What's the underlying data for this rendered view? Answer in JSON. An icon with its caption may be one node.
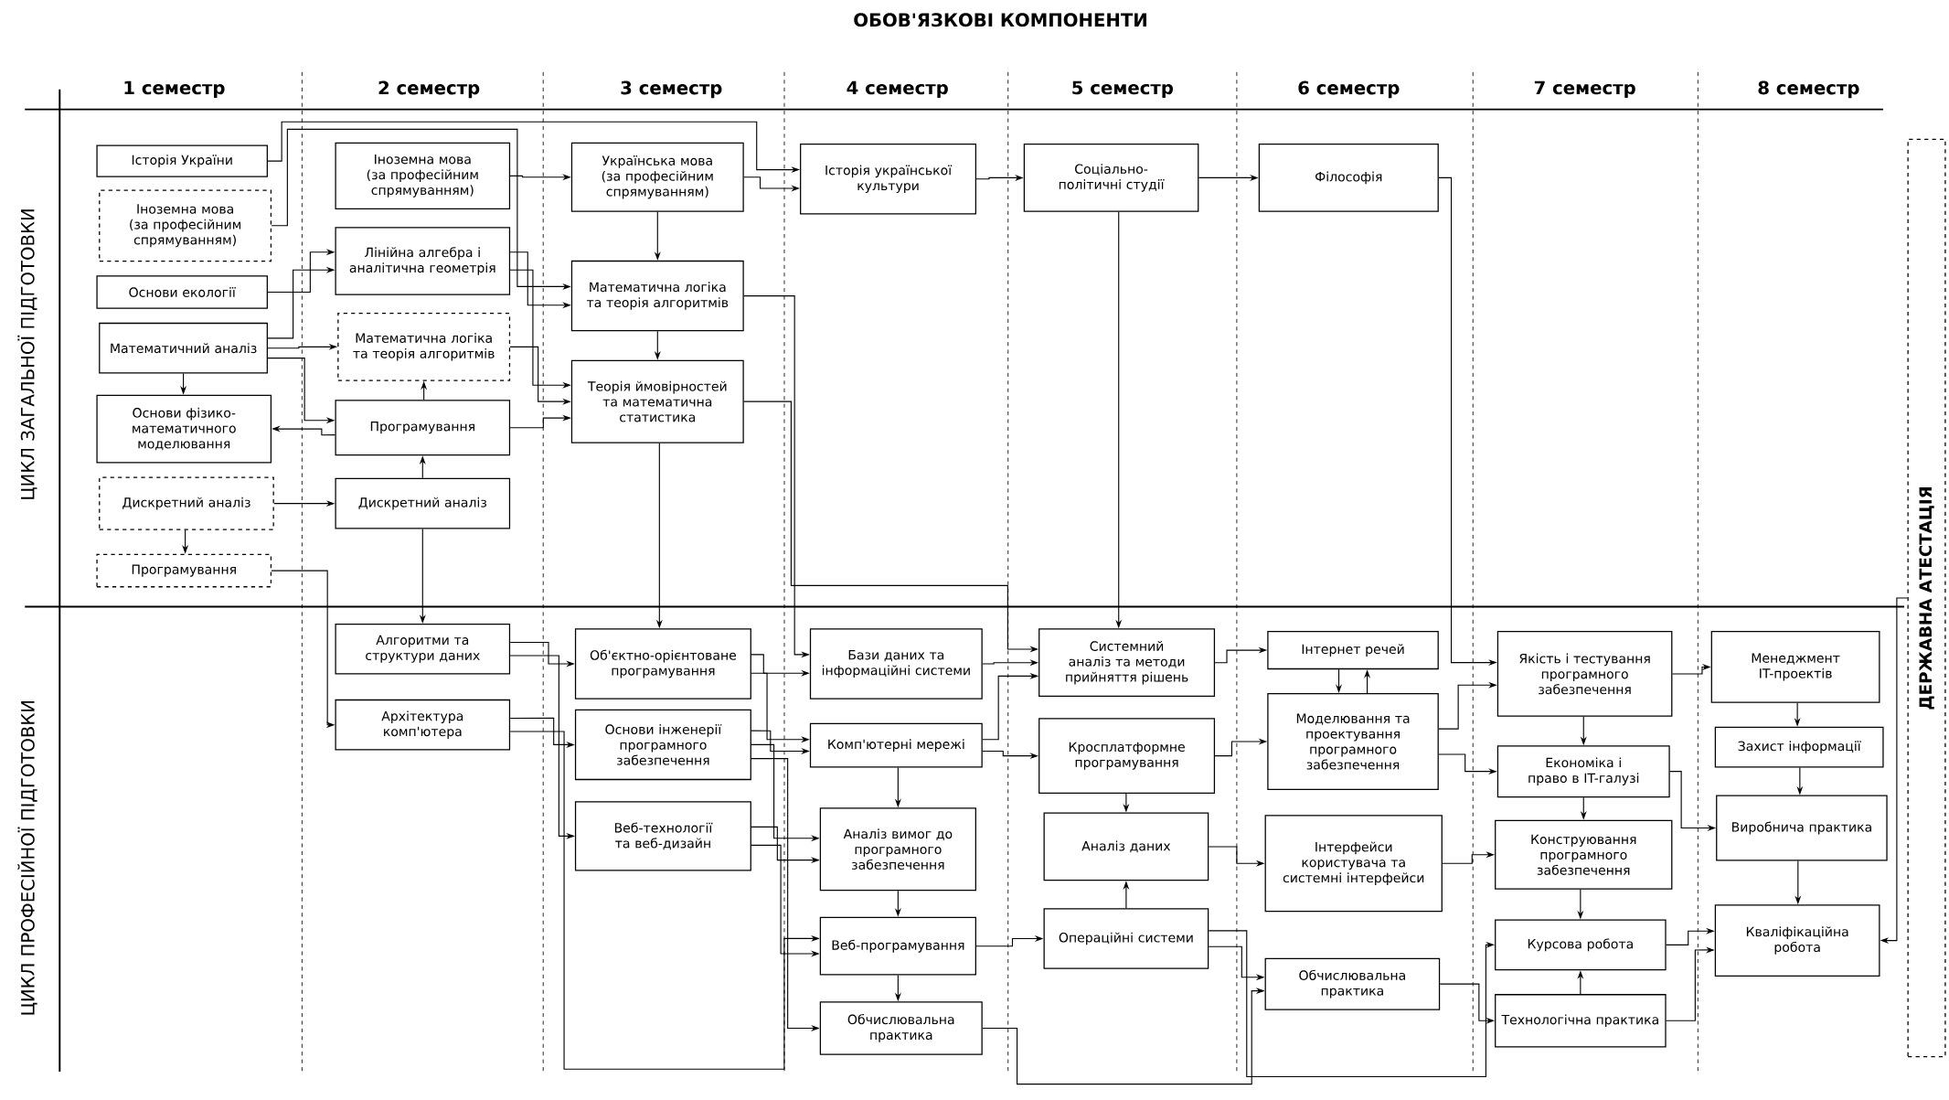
{
  "diagram": {
    "title": "ОБОВ'ЯЗКОВІ КОМПОНЕНТИ",
    "nodes": [
      {
        "text": [
          "Історія України"
        ]
      },
      {
        "text": [
          "Іноземна мова (за професійним спрямуванням)"
        ]
      },
      {
        "text": [
          "Основи екології"
        ]
      },
      {
        "text": [
          "Математичний аналіз"
        ]
      },
      {
        "text": [
          "Основи фізико-математичного моделювання"
        ]
      },
      {
        "text": [
          "Дискретний аналіз"
        ]
      },
      {
        "text": [
          "Програмування"
        ]
      },
      {
        "text": [
          "Іноземна мова (за професійним спрямуванням)"
        ]
      },
      {
        "text": [
          "Лінійна алгебра і аналітична геометрія"
        ]
      },
      {
        "text": [
          "Математична логіка та теорія алгоритмів"
        ]
      },
      {
        "text": [
          "Програмування"
        ]
      },
      {
        "text": [
          "Дискретний аналіз"
        ]
      },
      {
        "text": [
          "Українська мова (за професійним спрямуванням)"
        ]
      },
      {
        "text": [
          "Математична логіка та теорія алгоритмів"
        ]
      },
      {
        "text": [
          "Теорія ймовірностей та математична статистика"
        ]
      },
      {
        "text": [
          "Історія української культури"
        ]
      },
      {
        "text": [
          "Соціально-політичні студії"
        ]
      },
      {
        "text": [
          "Філософія"
        ]
      },
      {
        "text": [
          "Алгоритми та структури даних"
        ]
      },
      {
        "text": [
          "Архітектура комп'ютера"
        ]
      },
      {
        "text": [
          "Об'єктно-орієнтоване програмування"
        ]
      },
      {
        "text": [
          "Основи інженерії програмного забезпечення"
        ]
      },
      {
        "text": [
          "Веб-технології та веб-дизайн"
        ]
      },
      {
        "text": [
          "Бази даних та інформаційні системи"
        ]
      },
      {
        "text": [
          "Комп'ютерні мережі"
        ]
      },
      {
        "text": [
          "Аналіз вимог до програмного забезпечення"
        ]
      },
      {
        "text": [
          "Веб-програмування"
        ]
      },
      {
        "text": [
          "Обчислювальна практика"
        ]
      },
      {
        "text": [
          "Системний аналіз та методи прийняття рішень"
        ]
      },
      {
        "text": [
          "Кросплатформне програмування"
        ]
      },
      {
        "text": [
          "Аналіз даних"
        ]
      },
      {
        "text": [
          "Операційні системи"
        ]
      },
      {
        "text": [
          "Інтернет речей"
        ]
      },
      {
        "text": [
          "Моделювання та проектування програмного забезпечення"
        ]
      },
      {
        "text": [
          "Інтерфейси користувача та системні інтерфейси"
        ]
      },
      {
        "text": [
          "Обчислювальна практика"
        ]
      },
      {
        "text": [
          "Якість і тестування програмного забезпечення"
        ]
      },
      {
        "text": [
          "Економіка і право в IT-галузі"
        ]
      },
      {
        "text": [
          "Конструювання програмного забезпечення"
        ]
      },
      {
        "text": [
          "Курсова робота"
        ]
      },
      {
        "text": [
          "Технологічна практика"
        ]
      },
      {
        "text": [
          "Менеджмент IT-проектів"
        ]
      },
      {
        "text": [
          "Захист інформації"
        ]
      },
      {
        "text": [
          "Виробнича практика"
        ]
      },
      {
        "text": [
          "Кваліфікаційна робота"
        ]
      },
      {
        "text": [
          "ДЕРЖАВНА АТЕСТАЦІЯ"
        ]
      }
    ],
    "edges": [
      {
        "from": 0,
        "to": 15,
        "arrow": "to"
      },
      {
        "from": 1,
        "to": 13,
        "arrow": "to"
      },
      {
        "from": 3,
        "to": 4,
        "arrow": "to"
      },
      {
        "from": 3,
        "to": 8,
        "arrow": "to"
      },
      {
        "from": 3,
        "to": 9,
        "arrow": "to"
      },
      {
        "from": 3,
        "to": 10,
        "arrow": "to"
      },
      {
        "from": 2,
        "to": 8,
        "arrow": "to"
      },
      {
        "from": 5,
        "to": 11,
        "arrow": "to"
      },
      {
        "from": 5,
        "to": 6,
        "arrow": "to"
      },
      {
        "from": 10,
        "to": 4,
        "arrow": "to"
      },
      {
        "from": 11,
        "to": 10,
        "arrow": "to"
      },
      {
        "from": 10,
        "to": 9,
        "arrow": "to"
      },
      {
        "from": 7,
        "to": 12,
        "arrow": "to"
      },
      {
        "from": 12,
        "to": 15,
        "arrow": "to"
      },
      {
        "from": 15,
        "to": 16,
        "arrow": "to"
      },
      {
        "from": 16,
        "to": 17,
        "arrow": "to"
      },
      {
        "from": 8,
        "to": 13,
        "arrow": "to"
      },
      {
        "from": 8,
        "to": 14,
        "arrow": "to"
      },
      {
        "from": 9,
        "to": 14,
        "arrow": "to"
      },
      {
        "from": 13,
        "to": 14,
        "arrow": "to"
      },
      {
        "from": 10,
        "to": 14,
        "arrow": "to"
      },
      {
        "from": 11,
        "to": 18,
        "arrow": "to"
      },
      {
        "from": 6,
        "to": 19,
        "arrow": "to"
      },
      {
        "from": 18,
        "to": 20,
        "arrow": "to"
      },
      {
        "from": 19,
        "to": 21,
        "arrow": "to"
      },
      {
        "from": 18,
        "to": 22,
        "arrow": "to"
      },
      {
        "from": 14,
        "to": 20,
        "arrow": "to"
      },
      {
        "from": 20,
        "to": 23,
        "arrow": "to"
      },
      {
        "from": 20,
        "to": 24,
        "arrow": "to"
      },
      {
        "from": 21,
        "to": 24,
        "arrow": "to"
      },
      {
        "from": 21,
        "to": 25,
        "arrow": "to"
      },
      {
        "from": 22,
        "to": 25,
        "arrow": "to"
      },
      {
        "from": 22,
        "to": 26,
        "arrow": "to"
      },
      {
        "from": 19,
        "to": 26,
        "arrow": "to"
      },
      {
        "from": 21,
        "to": 27,
        "arrow": "to"
      },
      {
        "from": 23,
        "to": 28,
        "arrow": "to"
      },
      {
        "from": 24,
        "to": 28,
        "arrow": "to"
      },
      {
        "from": 24,
        "to": 29,
        "arrow": "to"
      },
      {
        "from": 24,
        "to": 25,
        "arrow": "to"
      },
      {
        "from": 25,
        "to": 26,
        "arrow": "to"
      },
      {
        "from": 26,
        "to": 27,
        "arrow": "to"
      },
      {
        "from": 28,
        "to": 32,
        "arrow": "to"
      },
      {
        "from": 29,
        "to": 33,
        "arrow": "to"
      },
      {
        "from": 30,
        "to": 34,
        "arrow": "to"
      },
      {
        "from": 31,
        "to": 35,
        "arrow": "to"
      },
      {
        "from": 29,
        "to": 30,
        "arrow": "to"
      },
      {
        "from": 31,
        "to": 30,
        "arrow": "to"
      },
      {
        "from": 14,
        "to": 28,
        "arrow": "to"
      },
      {
        "from": 16,
        "to": 28,
        "arrow": "to"
      },
      {
        "from": 17,
        "to": 36,
        "arrow": "to"
      },
      {
        "from": 32,
        "to": 33,
        "arrow": "to"
      },
      {
        "from": 33,
        "to": 32,
        "arrow": "to"
      },
      {
        "from": 33,
        "to": 36,
        "arrow": "to"
      },
      {
        "from": 33,
        "to": 37,
        "arrow": "to"
      },
      {
        "from": 34,
        "to": 38,
        "arrow": "to"
      },
      {
        "from": 35,
        "to": 40,
        "arrow": "to"
      },
      {
        "from": 31,
        "to": 39,
        "arrow": "to"
      },
      {
        "from": 36,
        "to": 37,
        "arrow": "to"
      },
      {
        "from": 37,
        "to": 38,
        "arrow": "to"
      },
      {
        "from": 38,
        "to": 39,
        "arrow": "to"
      },
      {
        "from": 40,
        "to": 39,
        "arrow": "to"
      },
      {
        "from": 37,
        "to": 43,
        "arrow": "to"
      },
      {
        "from": 39,
        "to": 44,
        "arrow": "to"
      },
      {
        "from": 40,
        "to": 44,
        "arrow": "to"
      },
      {
        "from": 41,
        "to": 42,
        "arrow": "to"
      },
      {
        "from": 42,
        "to": 43,
        "arrow": "to"
      },
      {
        "from": 43,
        "to": 44,
        "arrow": "to"
      },
      {
        "from": 45,
        "to": 44,
        "arrow": "to"
      },
      {
        "from": 12,
        "to": 13,
        "arrow": "to"
      },
      {
        "from": 13,
        "to": 23,
        "arrow": "to"
      },
      {
        "from": 36,
        "to": 41,
        "arrow": "to"
      },
      {
        "from": 26,
        "to": 31,
        "arrow": "to"
      },
      {
        "from": 27,
        "to": 35,
        "arrow": "to"
      }
    ],
    "labels": [
      "1 семестр",
      "2 семестр",
      "3 семестр",
      "4 семестр",
      "5 семестр",
      "6 семестр",
      "7 семестр",
      "8 семестр",
      "ЦИКЛ ЗАГАЛЬНОЇ ПІДГОТОВКИ",
      "ЦИКЛ ПРОФЕСІЙНОЇ ПІДГОТОВКИ"
    ]
  }
}
